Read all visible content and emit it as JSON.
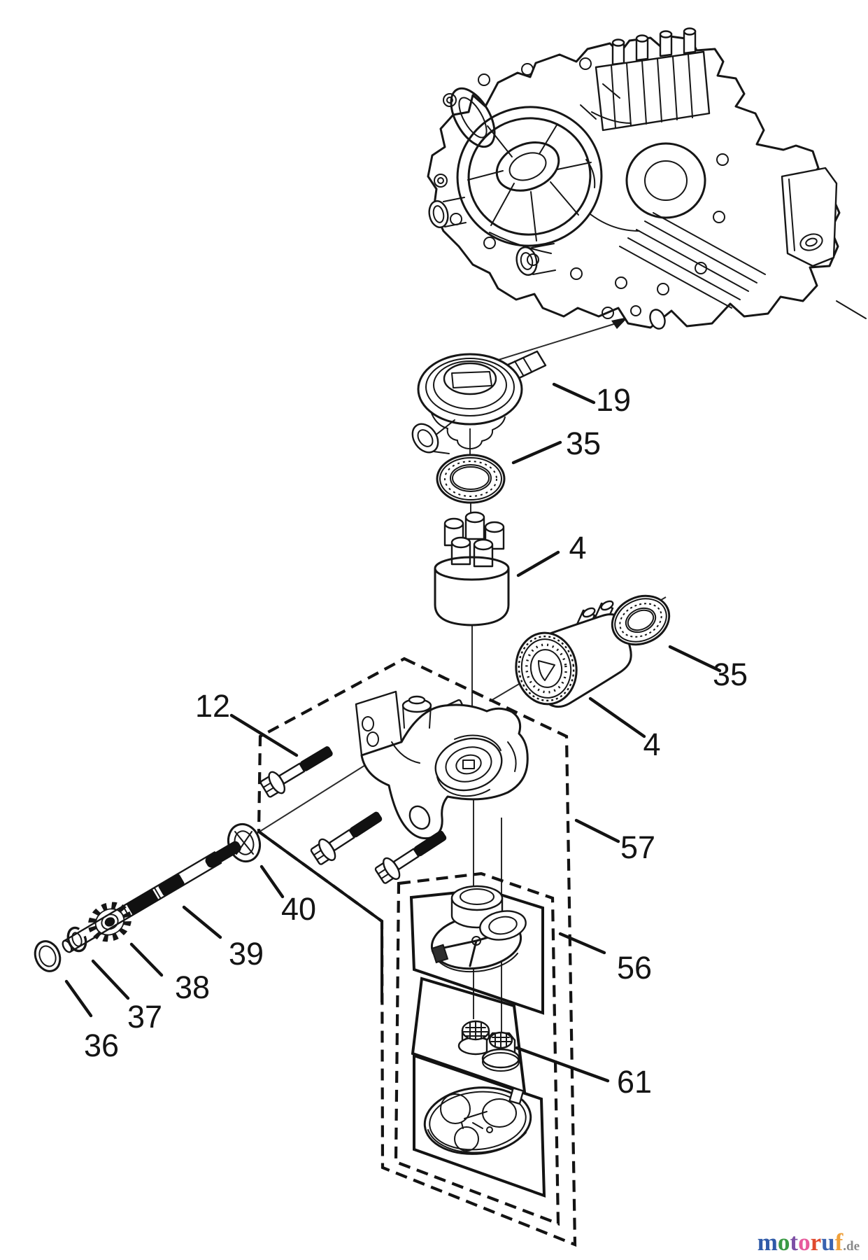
{
  "diagram": {
    "description": "exploded-parts-diagram",
    "line_color": "#161616",
    "part_labels": [
      {
        "part": "19",
        "text": "19"
      },
      {
        "part": "35-top",
        "text": "35"
      },
      {
        "part": "4-top",
        "text": "4"
      },
      {
        "part": "35-right",
        "text": "35"
      },
      {
        "part": "4-right",
        "text": "4"
      },
      {
        "part": "12",
        "text": "12"
      },
      {
        "part": "57",
        "text": "57"
      },
      {
        "part": "40",
        "text": "40"
      },
      {
        "part": "39",
        "text": "39"
      },
      {
        "part": "38",
        "text": "38"
      },
      {
        "part": "37",
        "text": "37"
      },
      {
        "part": "36",
        "text": "36"
      },
      {
        "part": "56",
        "text": "56"
      },
      {
        "part": "61",
        "text": "61"
      }
    ]
  },
  "watermark": {
    "letters": [
      {
        "ch": "m",
        "color": "#2f5aa8"
      },
      {
        "ch": "o",
        "color": "#3a9a44"
      },
      {
        "ch": "t",
        "color": "#7d4fa5"
      },
      {
        "ch": "o",
        "color": "#e75a9d"
      },
      {
        "ch": "r",
        "color": "#e04a2e"
      },
      {
        "ch": "u",
        "color": "#3a63b0"
      },
      {
        "ch": "f",
        "color": "#efa03a"
      }
    ],
    "suffix": {
      "text": ".de",
      "color": "#8a8a8a"
    }
  }
}
